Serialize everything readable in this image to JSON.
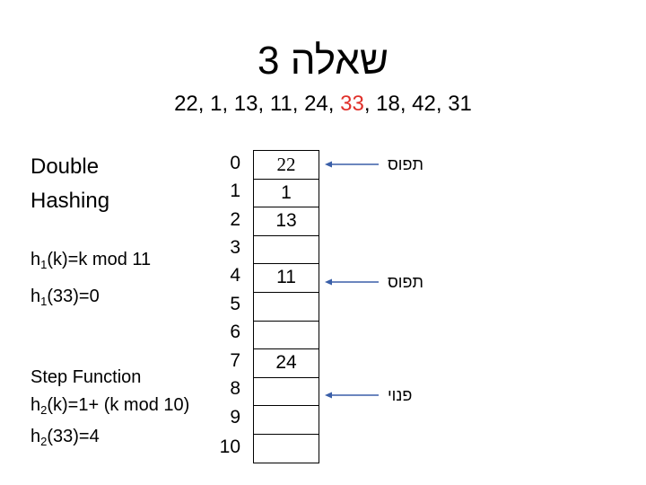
{
  "title": "שאלה 3",
  "sequence": {
    "before": "22, 1, 13, 11, 24, ",
    "highlight": "33",
    "after": ", 18, 42, 31",
    "highlight_color": "#e0302a"
  },
  "left": {
    "method_line1": "Double",
    "method_line2": "Hashing",
    "h1_def": {
      "fn": "h",
      "sub": "1",
      "rest": "(k)=k mod 11"
    },
    "h1_val": {
      "fn": "h",
      "sub": "1",
      "rest": "(33)=0"
    },
    "step_label": "Step Function",
    "h2_def": {
      "fn": "h",
      "sub": "2",
      "rest": "(k)=1+ (k mod 10)"
    },
    "h2_val": {
      "fn": "h",
      "sub": "2",
      "rest": "(33)=4"
    }
  },
  "indices": [
    "0",
    "1",
    "2",
    "3",
    "4",
    "5",
    "6",
    "7",
    "8",
    "9",
    "10"
  ],
  "cells": [
    "22",
    "1",
    "13",
    "",
    "11",
    "",
    "",
    "24",
    "",
    "",
    ""
  ],
  "notes": [
    {
      "row": 0,
      "text": "תפוס"
    },
    {
      "row": 4,
      "text": "תפוס"
    },
    {
      "row": 8,
      "text": "פנוי"
    }
  ],
  "arrow_color": "#3a5fa8"
}
